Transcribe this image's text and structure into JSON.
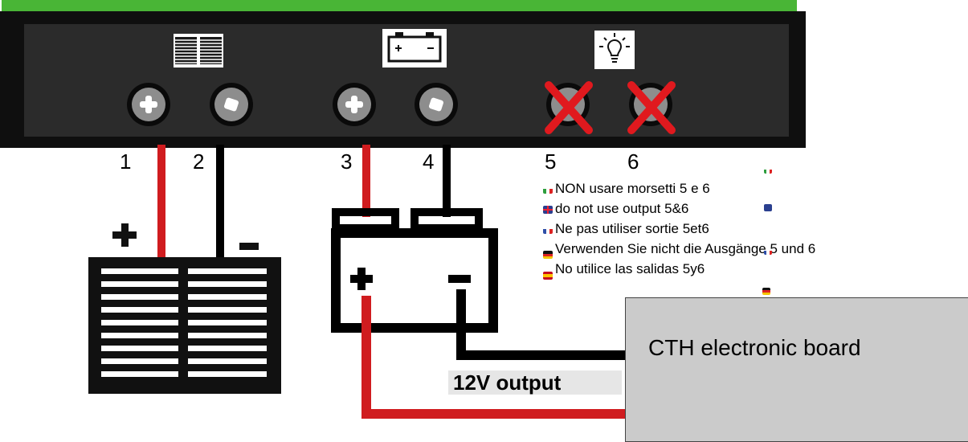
{
  "terminal_labels": [
    "1",
    "2",
    "3",
    "4",
    "5",
    "6"
  ],
  "warnings": [
    {
      "lang": "it",
      "text": "NON usare morsetti 5 e 6"
    },
    {
      "lang": "en",
      "text": "do not use output 5&6"
    },
    {
      "lang": "fr",
      "text": "Ne pas utiliser sortie 5et6"
    },
    {
      "lang": "de",
      "text": "Verwenden Sie nicht die Ausgänge 5 und 6"
    },
    {
      "lang": "es",
      "text": "No utilice las salidas 5y6"
    }
  ],
  "output_label": "12V output",
  "board_label": "CTH electronic board",
  "icons": {
    "solar_panel": "solar-panel-icon",
    "battery": "battery-icon",
    "lamp": "light-bulb-icon",
    "plus": "plus-icon",
    "minus": "minus-icon",
    "disabled": "red-x-icon"
  },
  "colors": {
    "controller_body": "#0f0f0f",
    "controller_panel": "#2b2b2b",
    "top_strip": "#49b536",
    "positive_wire": "#d01c1f",
    "negative_wire": "#000000",
    "forbidden_mark": "#e0191e",
    "board": "#cbcbcb",
    "output_label_bg": "#e6e6e6"
  }
}
